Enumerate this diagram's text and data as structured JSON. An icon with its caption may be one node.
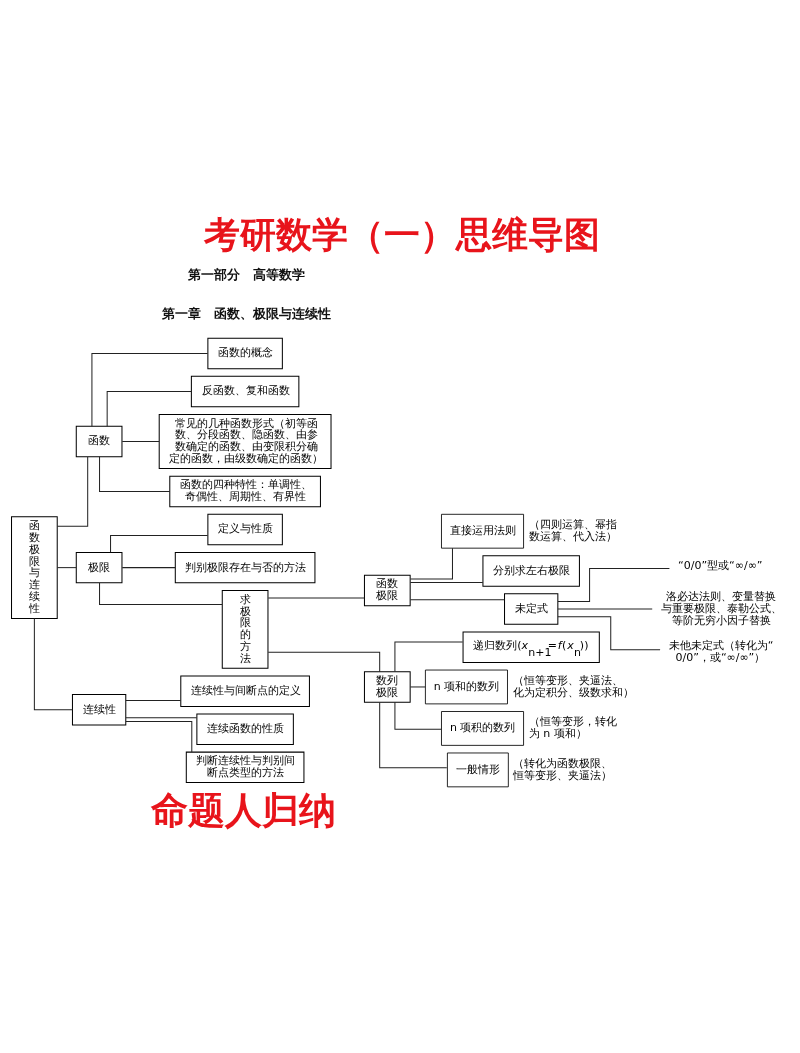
{
  "diagram": {
    "title": "考研数学（一）思维导图",
    "nodes": [
      {
        "text": [
          "函数极限与连续性"
        ]
      },
      {
        "text": [
          "函数"
        ]
      },
      {
        "text": [
          "函数的概念"
        ]
      },
      {
        "text": [
          "反函数、复和函数"
        ]
      },
      {
        "text": [
          "常见的几种函数形式（初等函数、分段函数、隐函数、由参数确定的函数、由变限积分确定的函数，由级数确定的函数）"
        ]
      },
      {
        "text": [
          "函数的四种特性：单调性、奇偶性、周期性、有界性"
        ]
      },
      {
        "text": [
          "极限"
        ]
      },
      {
        "text": [
          "定义与性质"
        ]
      },
      {
        "text": [
          "判别极限存在与否的方法"
        ]
      },
      {
        "text": [
          "求极限的方法"
        ]
      },
      {
        "text": [
          "函数极限"
        ]
      },
      {
        "text": [
          "直接运用法则"
        ],
        "beside": [
          "（四则运算、幂指数运算、代入法）"
        ]
      },
      {
        "text": [
          "分别求左右极限"
        ]
      },
      {
        "text": [
          "未定式"
        ]
      },
      {
        "text": [
          "“0/0”型或“∞/∞”"
        ]
      },
      {
        "text": [
          "洛必达法则、变量替换与重要极限、泰勒公式、等阶无穷小因子替换"
        ]
      },
      {
        "text": [
          "未他未定式（转化为“0/0”，或“∞/∞”）"
        ]
      },
      {
        "text": [
          "数列极限"
        ]
      },
      {
        "text": [
          "递归数列(*x*$_{n+1}$=*f*(*x*$_{n}$))"
        ]
      },
      {
        "text": [
          "n 项和的数列"
        ],
        "beside": [
          "（恒等变形、夹逼法、化为定积分、级数求和）"
        ]
      },
      {
        "text": [
          "n 项积的数列"
        ],
        "beside": [
          "（恒等变形，转化为 n 项和）"
        ]
      },
      {
        "text": [
          "一般情形"
        ],
        "beside": [
          "（转化为函数极限、恒等变形、夹逼法）"
        ]
      },
      {
        "text": [
          "连续性"
        ]
      },
      {
        "text": [
          "连续性与间断点的定义"
        ]
      },
      {
        "text": [
          "连续函数的性质"
        ]
      },
      {
        "text": [
          "判断连续性与判别间断点类型的方法"
        ]
      }
    ],
    "edges": [
      {
        "from": 0,
        "to": 1,
        "arrow": "none"
      },
      {
        "from": 1,
        "to": 2,
        "arrow": "none"
      },
      {
        "from": 1,
        "to": 3,
        "arrow": "none"
      },
      {
        "from": 1,
        "to": 4,
        "arrow": "none"
      },
      {
        "from": 1,
        "to": 5,
        "arrow": "none"
      },
      {
        "from": 0,
        "to": 6,
        "arrow": "none"
      },
      {
        "from": 6,
        "to": 7,
        "arrow": "none"
      },
      {
        "from": 6,
        "to": 8,
        "arrow": "none"
      },
      {
        "from": 6,
        "to": 9,
        "arrow": "none"
      },
      {
        "from": 9,
        "to": 10,
        "arrow": "none"
      },
      {
        "from": 10,
        "to": 11,
        "arrow": "none"
      },
      {
        "from": 10,
        "to": 12,
        "arrow": "none"
      },
      {
        "from": 10,
        "to": 13,
        "arrow": "none"
      },
      {
        "from": 13,
        "to": 14,
        "arrow": "none"
      },
      {
        "from": 13,
        "to": 15,
        "arrow": "none"
      },
      {
        "from": 13,
        "to": 16,
        "arrow": "none"
      },
      {
        "from": 9,
        "to": 17,
        "arrow": "none"
      },
      {
        "from": 17,
        "to": 18,
        "arrow": "none"
      },
      {
        "from": 17,
        "to": 19,
        "arrow": "none"
      },
      {
        "from": 17,
        "to": 20,
        "arrow": "none"
      },
      {
        "from": 17,
        "to": 21,
        "arrow": "none"
      },
      {
        "from": 0,
        "to": 22,
        "arrow": "none"
      },
      {
        "from": 22,
        "to": 23,
        "arrow": "none"
      },
      {
        "from": 22,
        "to": 24,
        "arrow": "none"
      },
      {
        "from": 22,
        "to": 25,
        "arrow": "none"
      }
    ],
    "labels": [
      "第一部分　高等数学",
      "第一章　函数、极限与连续性",
      "命题人归纳"
    ]
  }
}
